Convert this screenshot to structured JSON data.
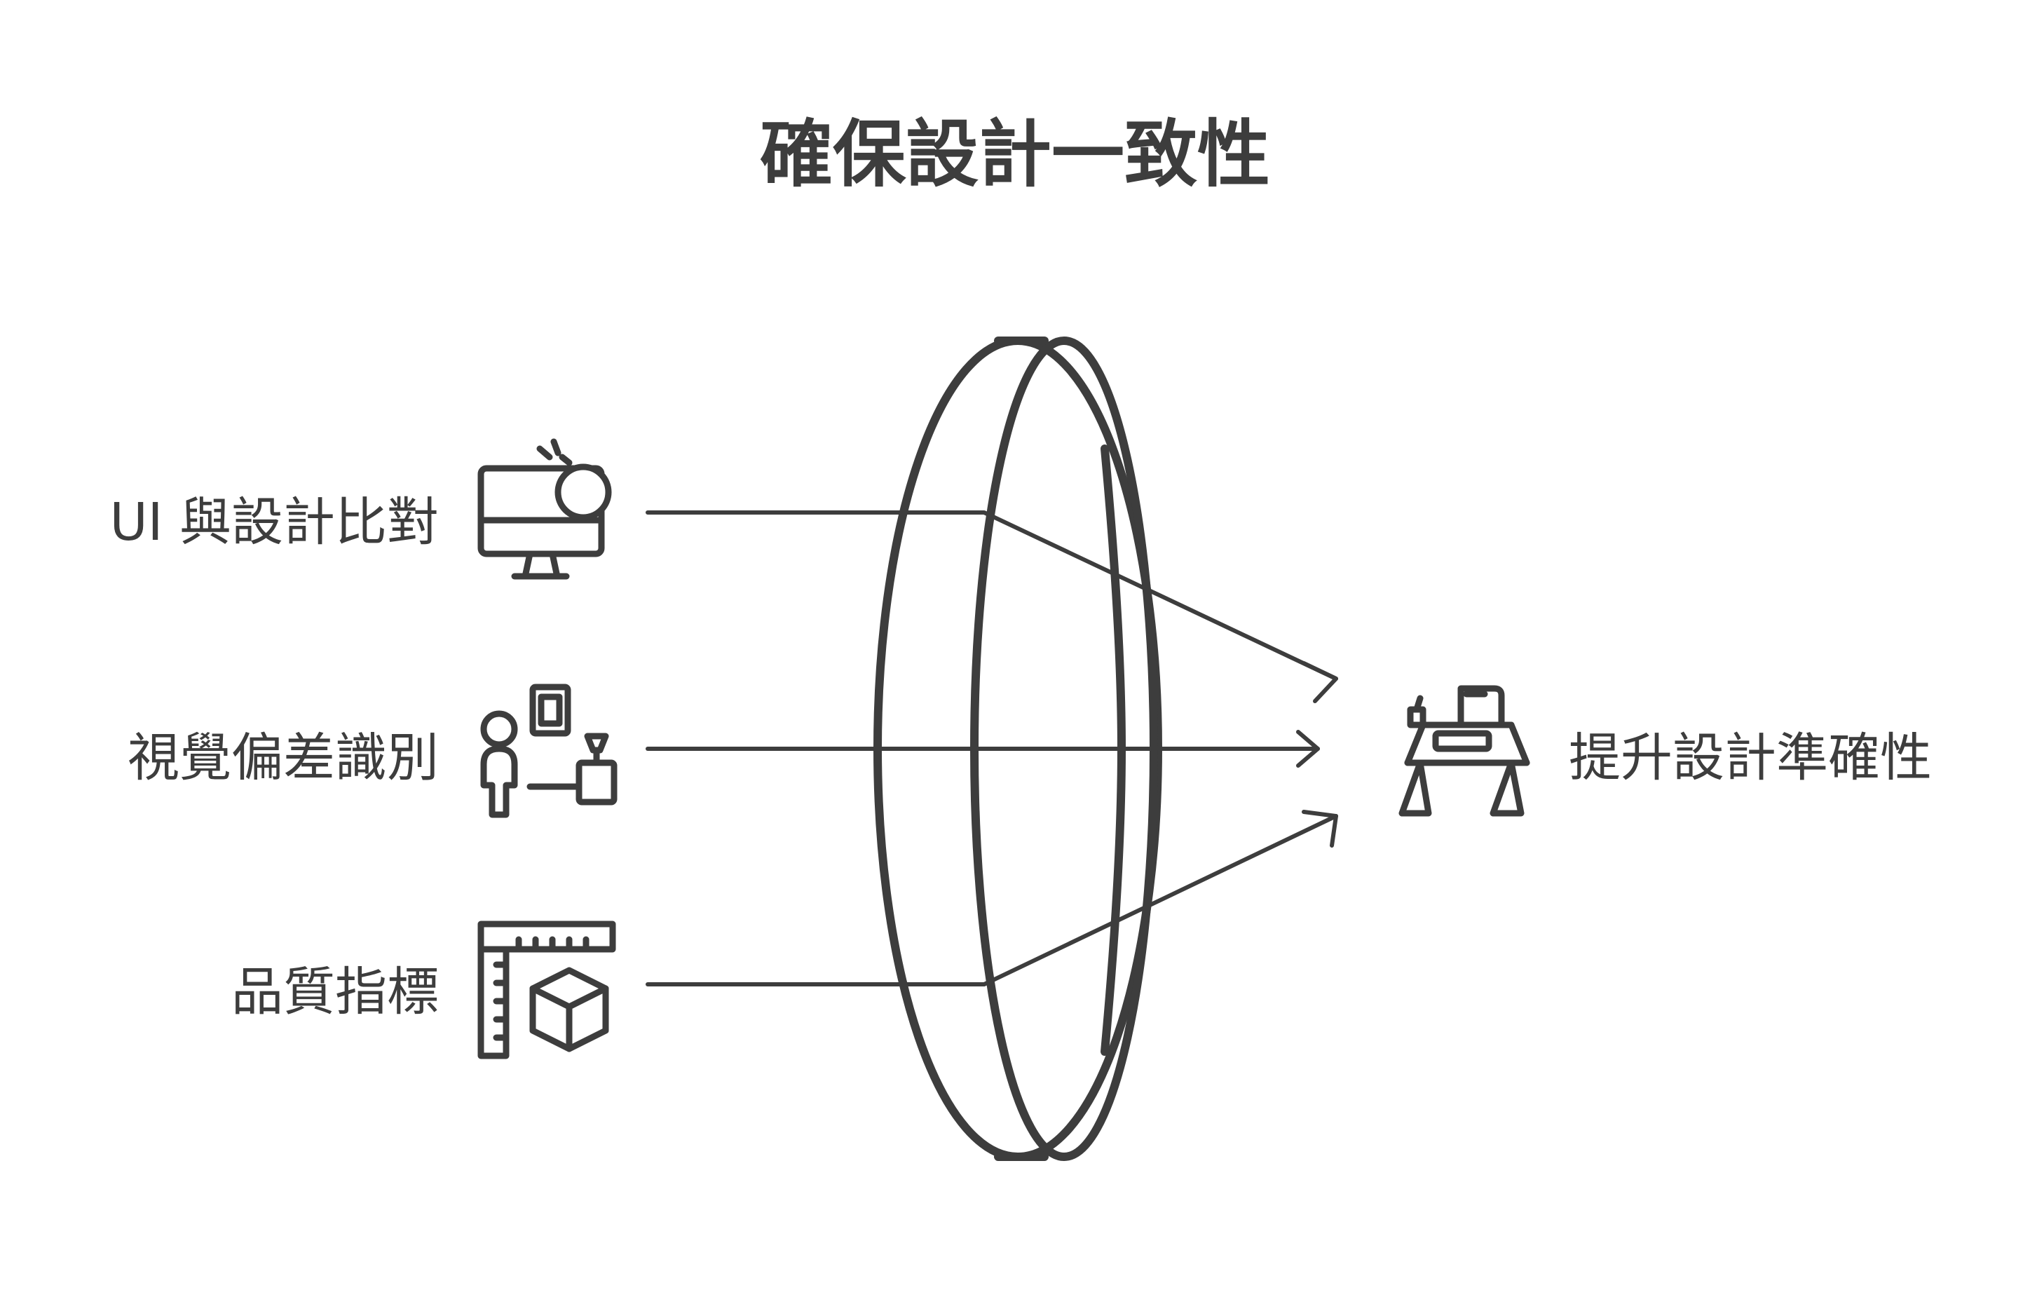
{
  "title": "確保設計一致性",
  "inputs": [
    {
      "label": "UI 與設計比對",
      "icon": "monitor-icon"
    },
    {
      "label": "視覺偏差識別",
      "icon": "person-inspecting-frame-icon"
    },
    {
      "label": "品質指標",
      "icon": "ruler-cube-icon"
    }
  ],
  "lens": {
    "icon": "lens-icon"
  },
  "output": {
    "label": "提升設計準確性",
    "icon": "drafting-desk-icon"
  },
  "colors": {
    "ink": "#3d3d3d",
    "background": "#ffffff"
  }
}
